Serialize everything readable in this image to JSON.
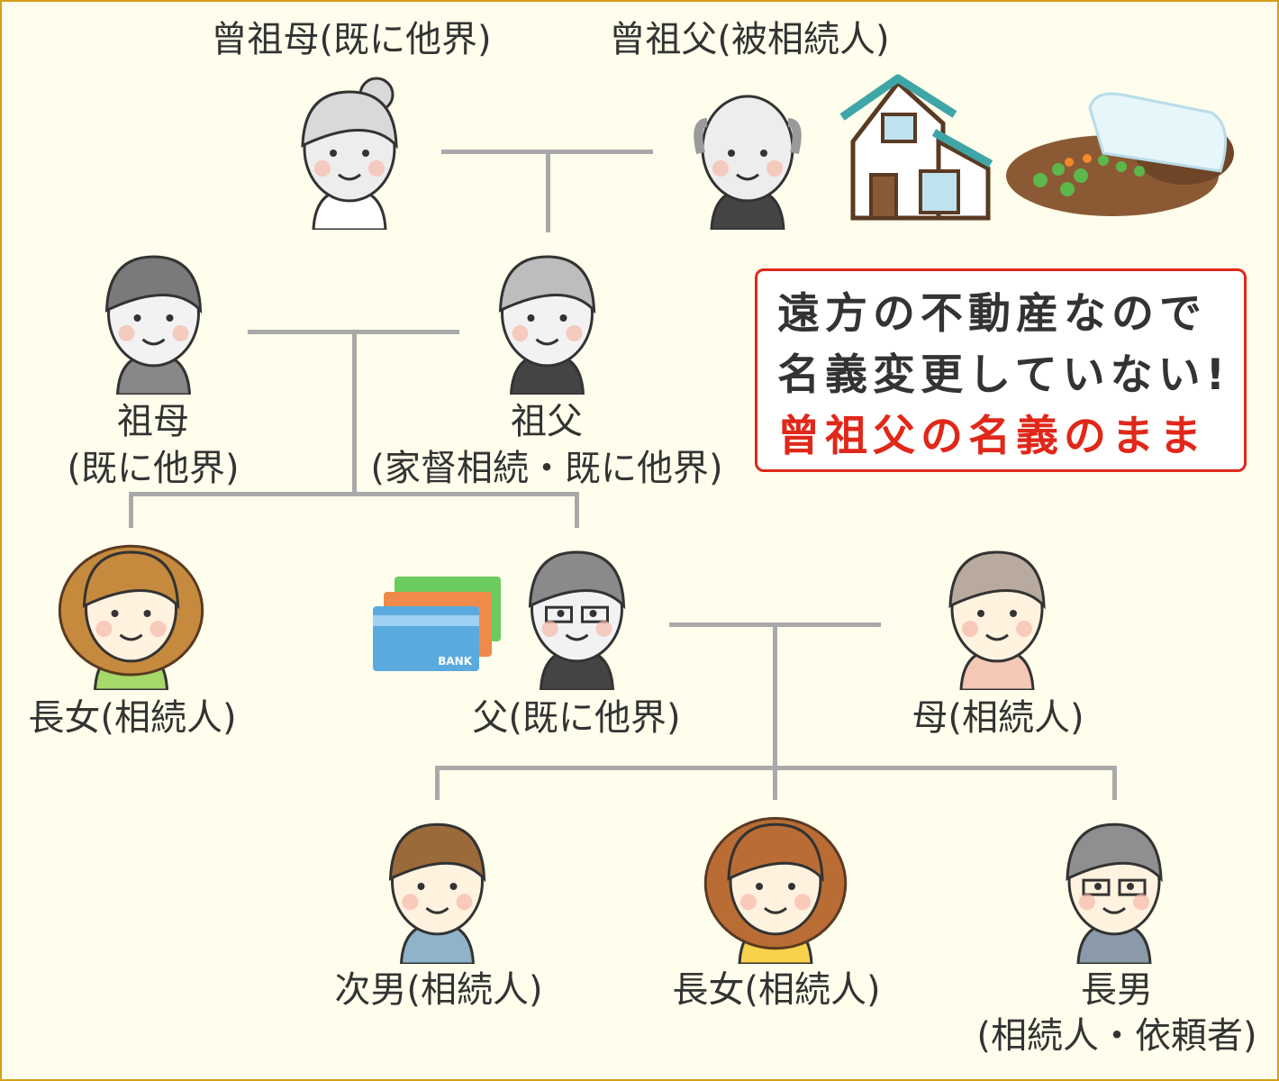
{
  "labels": {
    "great_grandmother": "曾祖母(既に他界)",
    "great_grandfather": "曾祖父(被相続人)",
    "grandmother_1": "祖母",
    "grandmother_2": "(既に他界)",
    "grandfather_1": "祖父",
    "grandfather_2": "(家督相続・既に他界)",
    "aunt": "長女(相続人)",
    "father": "父(既に他界)",
    "mother": "母(相続人)",
    "second_son": "次男(相続人)",
    "eldest_daughter": "長女(相続人)",
    "eldest_son_1": "長男",
    "eldest_son_2": "(相続人・依頼者)"
  },
  "callout": {
    "line1": "遠方の不動産なので",
    "line2": "名義変更していない!",
    "line3": "曾祖父の名義のまま"
  },
  "bank_card_text": "BANK",
  "colors": {
    "accent_red": "#e0281a",
    "line": "#a9a9a9",
    "frame": "#d4a017"
  }
}
